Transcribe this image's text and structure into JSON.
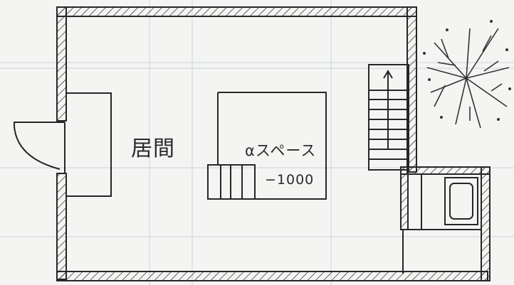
{
  "drawing": {
    "room_label": "居間",
    "space_label": "αスペース",
    "space_offset": "−1000"
  },
  "colors": {
    "paper": "#f4f5f3",
    "ink": "#262626",
    "grid": "#c9d2db",
    "tree": "#333333"
  },
  "icons": [
    "door-swing-icon",
    "stair-arrow-icon",
    "tree-icon",
    "bathtub-icon"
  ]
}
